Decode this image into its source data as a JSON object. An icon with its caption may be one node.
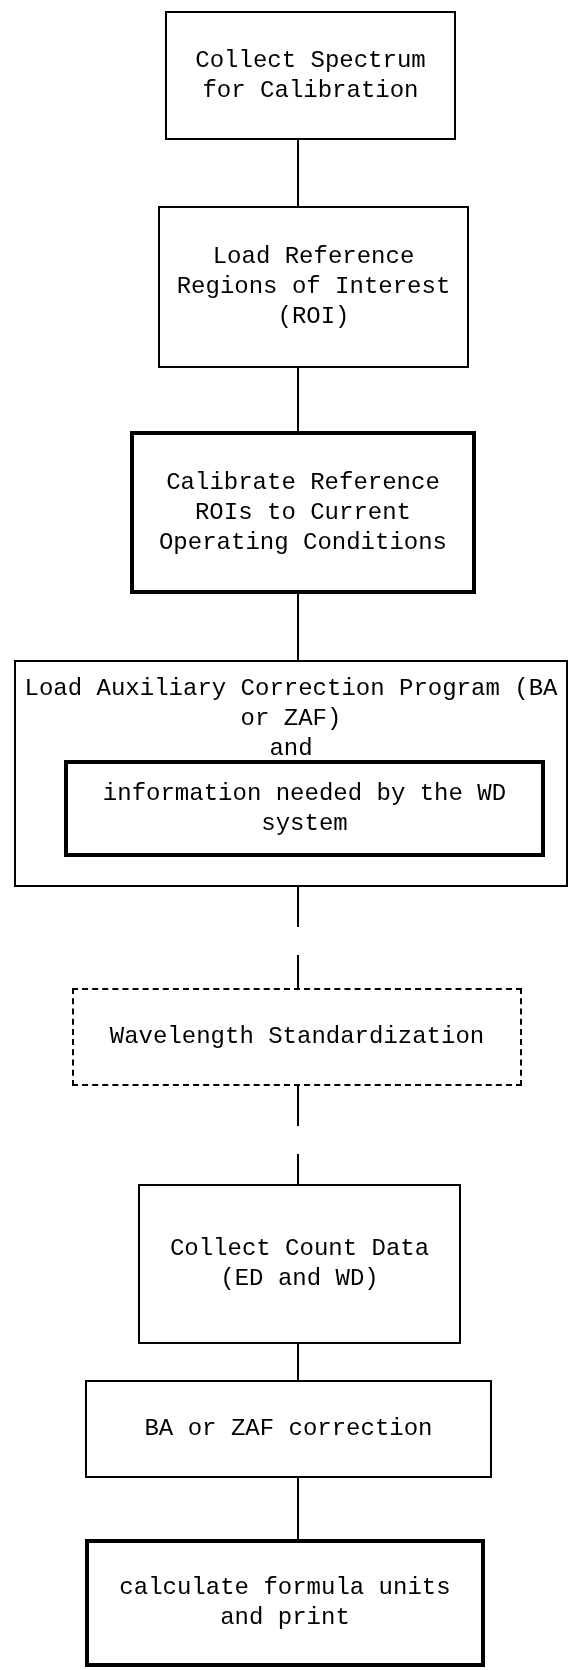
{
  "diagram": {
    "nodes": [
      {
        "text": [
          "Collect Spectrum for Calibration"
        ]
      },
      {
        "text": [
          "Load Reference Regions of Interest (ROI)"
        ]
      },
      {
        "text": [
          "Calibrate Reference ROIs to Current Operating Conditions"
        ]
      },
      {
        "text": [
          "Load Auxiliary Correction Program (BA or ZAF)",
          "and"
        ]
      },
      {
        "text": [
          "information needed by the WD system"
        ],
        "in": 3
      },
      {
        "text": [
          "Wavelength Standardization"
        ]
      },
      {
        "text": [
          "Collect Count Data (ED and WD)"
        ]
      },
      {
        "text": [
          "BA or ZAF correction"
        ]
      },
      {
        "text": [
          "calculate formula units and print"
        ]
      }
    ],
    "edges": [
      {
        "from": 0,
        "to": 1,
        "arrow": "none"
      },
      {
        "from": 1,
        "to": 2,
        "arrow": "none"
      },
      {
        "from": 2,
        "to": 3,
        "arrow": "none"
      },
      {
        "from": 3,
        "to": 5,
        "arrow": "none",
        "style": "dashed"
      },
      {
        "from": 5,
        "to": 6,
        "arrow": "none",
        "style": "dashed"
      },
      {
        "from": 6,
        "to": 7,
        "arrow": "none"
      },
      {
        "from": 7,
        "to": 8,
        "arrow": "none"
      }
    ]
  }
}
